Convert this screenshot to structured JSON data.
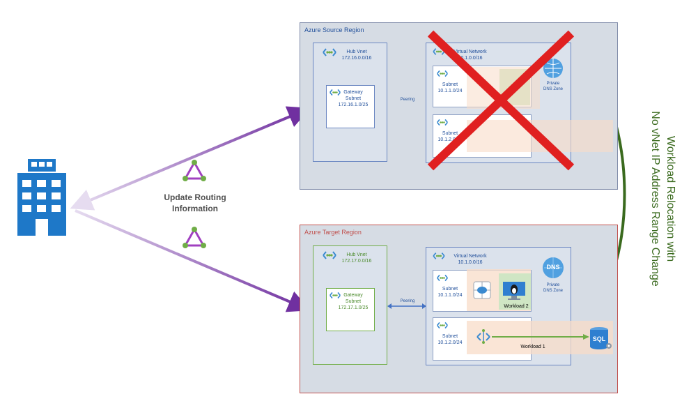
{
  "source_region": {
    "title": "Azure Source Region",
    "hub_vnet": {
      "name": "Hub Vnet",
      "cidr": "172.16.0.0/16"
    },
    "gateway_subnet": {
      "line1": "Gateway",
      "line2": "Subnet",
      "cidr": "172.16.1.0/25"
    },
    "peering": "Peering",
    "vnet": {
      "name": "Virtual Network",
      "cidr": "10.1.0.0/16"
    },
    "subnet1": {
      "name": "Subnet",
      "cidr": "10.1.1.0/24"
    },
    "subnet2": {
      "name": "Subnet",
      "cidr": "10.1.2.0/24"
    },
    "dns": {
      "line1": "Private",
      "line2": "DNS Zone"
    }
  },
  "target_region": {
    "title": "Azure Target Region",
    "hub_vnet": {
      "name": "Hub Vnet",
      "cidr": "172.17.0.0/16"
    },
    "gateway_subnet": {
      "line1": "Gateway",
      "line2": "Subnet",
      "cidr": "172.17.1.0/25"
    },
    "peering": "Peering",
    "vnet": {
      "name": "Virtual Network",
      "cidr": "10.1.0.0/16"
    },
    "subnet1": {
      "name": "Subnet",
      "cidr": "10.1.1.0/24"
    },
    "subnet2": {
      "name": "Subnet",
      "cidr": "10.1.2.0/24"
    },
    "dns": {
      "icon_text": "DNS",
      "line1": "Private",
      "line2": "DNS Zone"
    },
    "workload2": "Workload 2",
    "workload1": "Workload 1",
    "sql": "SQL"
  },
  "routing": {
    "line1": "Update Routing",
    "line2": "Information"
  },
  "side_title": {
    "line1": "Workload Relocation with",
    "line2": "No vNet IP Address Range Change"
  },
  "colors": {
    "purple": "#7030a0",
    "green_arrow": "#3a6a1e",
    "red_x": "#e02020",
    "blue": "#1f4e9a",
    "building": "#1e78c8"
  }
}
